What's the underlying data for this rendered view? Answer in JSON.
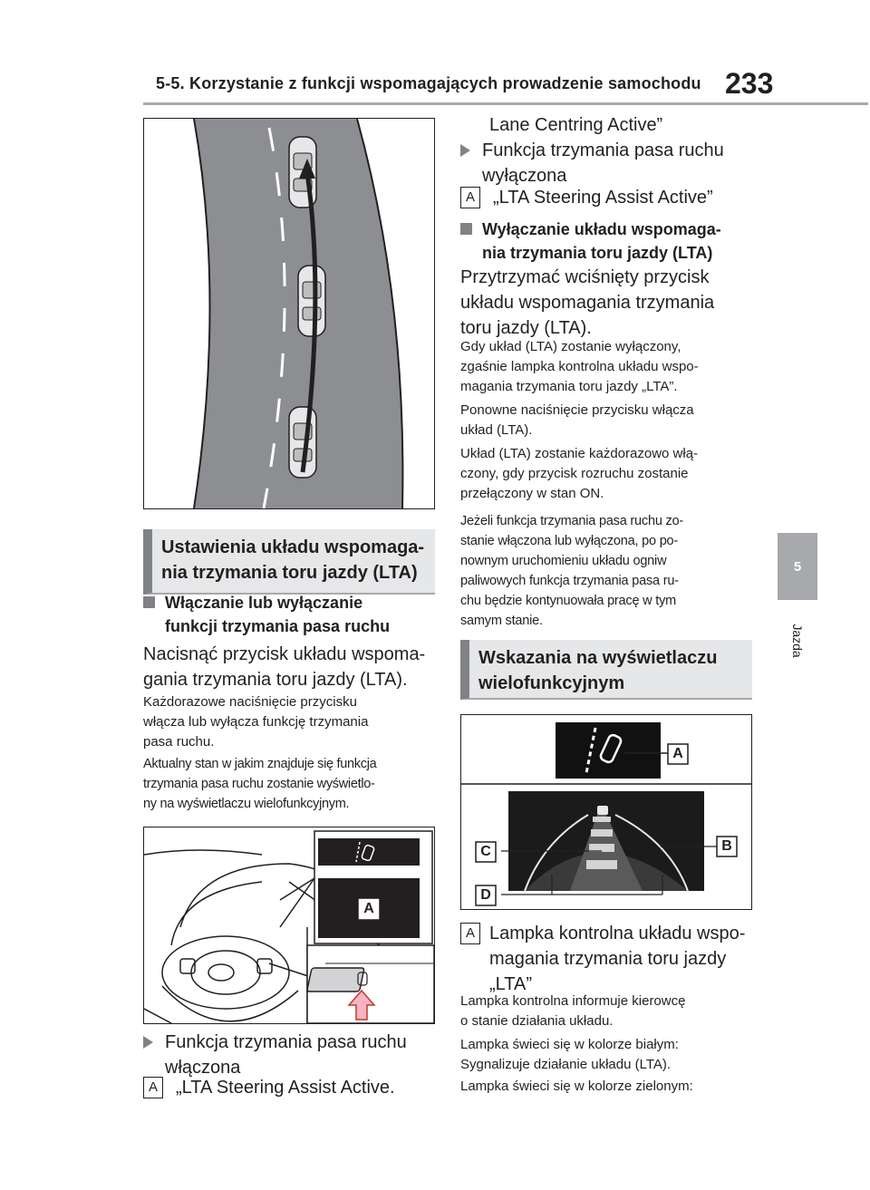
{
  "header": {
    "title": "5-5. Korzystanie z funkcji wspomagających prowadzenie samochodu",
    "page_number": "233"
  },
  "side_tab": {
    "chapter": "5",
    "label": "Jazda"
  },
  "left_column": {
    "section_header": [
      "Ustawienia układu wspomaga-",
      "nia trzymania toru jazdy (LTA)"
    ],
    "sub_heading": [
      "Włączanie lub wyłączanie",
      "funkcji trzymania pasa ruchu"
    ],
    "para1": [
      "Nacisnąć przycisk układu wspoma-",
      "gania trzymania toru jazdy (LTA)."
    ],
    "para2": [
      "Każdorazowe naciśnięcie przycisku",
      "włącza lub wyłącza funkcję trzymania",
      "pasa ruchu."
    ],
    "para3": [
      "Aktualny stan w jakim znajduje się funkcja",
      "trzymania pasa ruchu zostanie wyświetlo-",
      "ny na wyświetlaczu wielofunkcyjnym."
    ],
    "figure2_label": "A",
    "bullet1": [
      "Funkcja trzymania pasa ruchu",
      "włączona"
    ],
    "callout1_label": "A",
    "callout1_text": "„LTA Steering Assist Active."
  },
  "right_column": {
    "continuation": "Lane Centring Active”",
    "bullet2": [
      "Funkcja trzymania pasa ruchu",
      "wyłączona"
    ],
    "callout2_label": "A",
    "callout2_text": "„LTA Steering Assist Active”",
    "sub_heading": [
      "Wyłączanie układu wspomaga-",
      "nia trzymania toru jazdy (LTA)"
    ],
    "para1": [
      "Przytrzymać wciśnięty przycisk",
      "układu wspomagania trzymania",
      "toru jazdy (LTA)."
    ],
    "para2": [
      "Gdy układ (LTA) zostanie wyłączony,",
      "zgaśnie lampka kontrolna układu wspo-",
      "magania trzymania toru jazdy „LTA”."
    ],
    "para3": [
      "Ponowne naciśnięcie przycisku włącza",
      "układ (LTA)."
    ],
    "para4": [
      "Układ (LTA) zostanie każdorazowo włą-",
      "czony, gdy przycisk rozruchu zostanie",
      "przełączony w stan ON."
    ],
    "para5": [
      "Jeżeli funkcja trzymania pasa ruchu zo-",
      "stanie włączona lub wyłączona, po po-",
      "nownym uruchomieniu układu ogniw",
      "paliwowych funkcja trzymania pasa ru-",
      "chu będzie kontynuowała pracę w tym",
      "samym stanie."
    ],
    "section_header": [
      "Wskazania na wyświetlaczu",
      "wielofunkcyjnym"
    ],
    "figure3_labels": [
      "A",
      "B",
      "C",
      "D"
    ],
    "callout3_label": "A",
    "callout3_text": [
      "Lampka kontrolna układu wspo-",
      "magania trzymania toru jazdy",
      "„LTA”"
    ],
    "para6": [
      "Lampka kontrolna informuje kierowcę",
      "o stanie działania układu."
    ],
    "para7": [
      "Lampka świeci się w kolorze białym:",
      "Sygnalizuje działanie układu (LTA)."
    ],
    "para8": "Lampka świeci się w kolorze zielonym:"
  },
  "icons": [
    "lane-road-icon",
    "car-icon",
    "steering-wheel-icon",
    "lta-indicator-icon",
    "press-arrow-icon"
  ]
}
